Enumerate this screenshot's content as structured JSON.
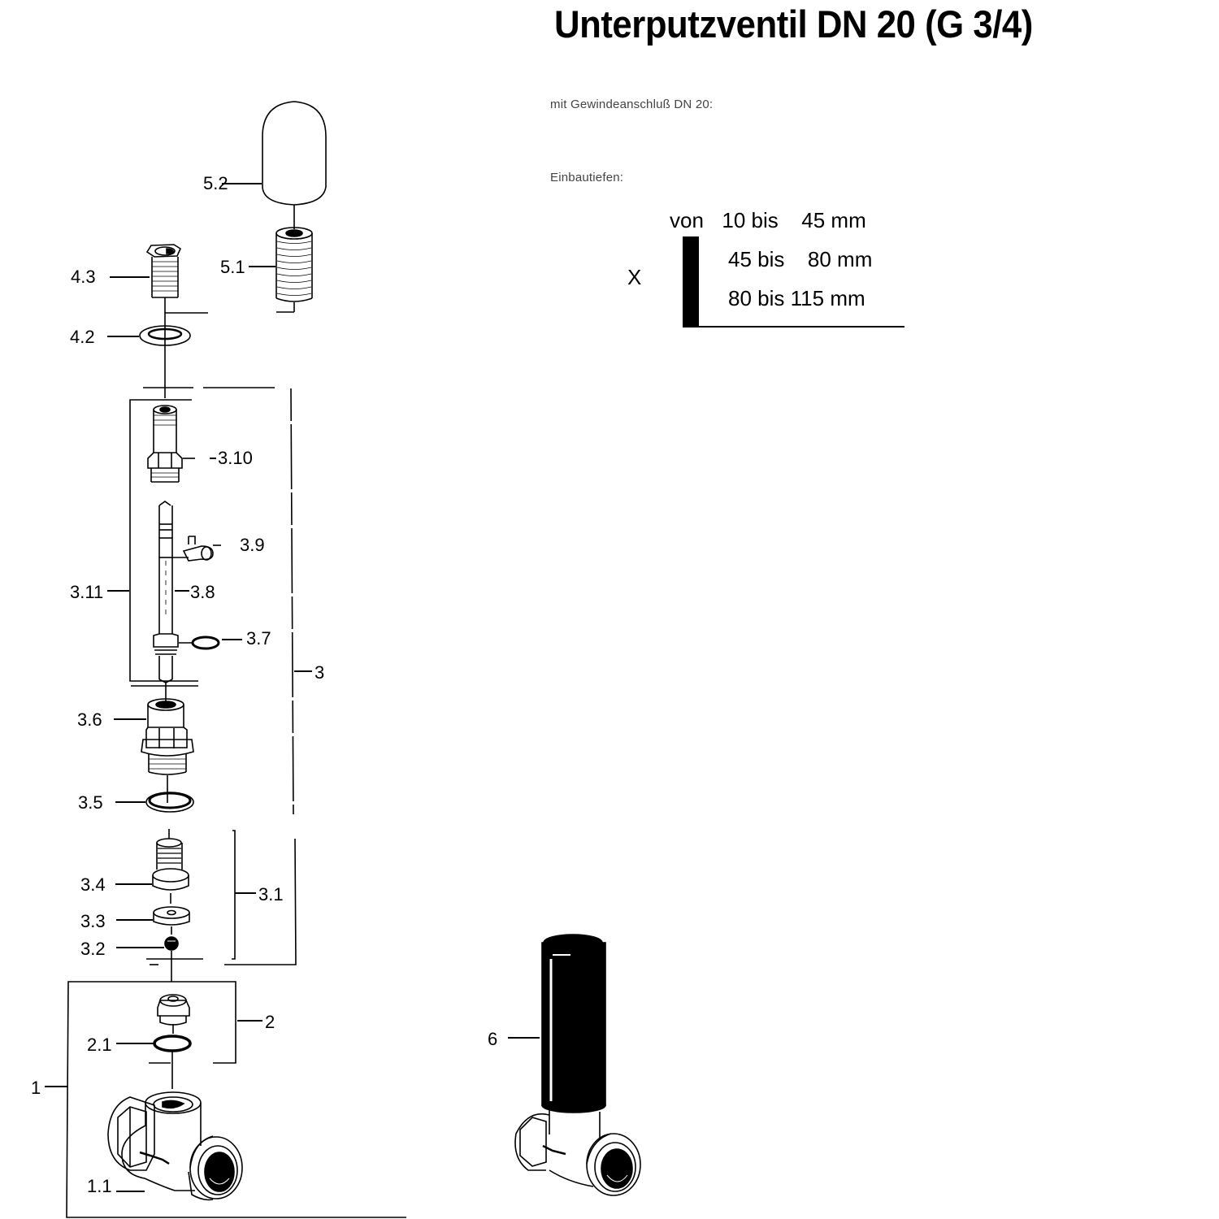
{
  "header": {
    "title": "Unterputzventil DN 20 (G 3/4)"
  },
  "info": {
    "connection_note": "mit Gewindeanschluß DN 20:",
    "depth_heading": "Einbautiefen:"
  },
  "depth_table": {
    "dimension_label": "X",
    "rows": [
      {
        "prefix": "von",
        "from": "10",
        "sep": "bis",
        "to": "45",
        "unit": "mm"
      },
      {
        "prefix": "",
        "from": "45",
        "sep": "bis",
        "to": "80",
        "unit": "mm"
      },
      {
        "prefix": "",
        "from": "80",
        "sep": "bis",
        "to": "115",
        "unit": "mm"
      }
    ]
  },
  "parts": {
    "p5_2": "5.2",
    "p5_1": "5.1",
    "p4_3": "4.3",
    "p4_2": "4.2",
    "p3_10": "3.10",
    "p3_9": "3.9",
    "p3_11": "3.11",
    "p3_8": "3.8",
    "p3_7": "3.7",
    "p3": "3",
    "p3_6": "3.6",
    "p3_5": "3.5",
    "p3_4": "3.4",
    "p3_1": "3.1",
    "p3_3": "3.3",
    "p3_2": "3.2",
    "p2": "2",
    "p2_1": "2.1",
    "p1": "1",
    "p1_1": "1.1",
    "p6": "6"
  },
  "colors": {
    "ink": "#000000",
    "paper": "#ffffff",
    "note_text": "#444444"
  }
}
